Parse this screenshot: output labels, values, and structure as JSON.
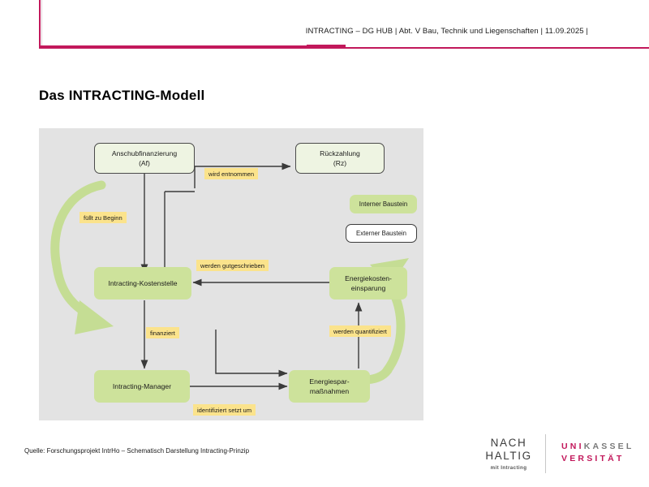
{
  "header": {
    "text": "INTRACTING – DG HUB |  Abt. V Bau, Technik und Liegenschaften |  11.09.2025 |",
    "accent_color": "#c2185b"
  },
  "title": "Das INTRACTING-Modell",
  "diagram": {
    "background": "#e3e3e3",
    "nodes": [
      {
        "id": "af",
        "label": "Anschubfinanzierung\n(Af)",
        "kind": "external"
      },
      {
        "id": "rz",
        "label": "Rückzahlung\n(Rz)",
        "kind": "external"
      },
      {
        "id": "ks",
        "label": "Intracting-Kostenstelle",
        "kind": "green"
      },
      {
        "id": "eke",
        "label": "Energiekosten-\neinsparung",
        "kind": "green"
      },
      {
        "id": "im",
        "label": "Intracting-Manager",
        "kind": "green"
      },
      {
        "id": "esm",
        "label": "Energiespar-\nmaßnahmen",
        "kind": "green"
      }
    ],
    "node_labels": {
      "af_line1": "Anschubfinanzierung",
      "af_line2": "(Af)",
      "rz_line1": "Rückzahlung",
      "rz_line2": "(Rz)",
      "kostenstelle": "Intracting-Kostenstelle",
      "eke_line1": "Energiekosten-",
      "eke_line2": "einsparung",
      "manager": "Intracting-Manager",
      "esm_line1": "Energiespar-",
      "esm_line2": "maßnahmen"
    },
    "edge_labels": {
      "wird_entnommen": "wird entnommen",
      "fuellt_zu_beginn": "füllt zu Beginn",
      "werden_gutgeschrieben": "werden gutgeschrieben",
      "finanziert": "finanziert",
      "werden_quantifiziert": "werden quantifiziert",
      "identifiziert_setzt_um": "identifiziert setzt um"
    },
    "legend": {
      "internal": "Interner Baustein",
      "external": "Externer Baustein",
      "internal_color": "#cde29b",
      "external_color": "#ffffff"
    },
    "cycle_arrow_color": "#c5dd94"
  },
  "footer": {
    "source": "Quelle: Forschungsprojekt IntrHo – Schematisch Darstellung Intracting-Prinzip",
    "logo_nachhaltig": {
      "line1": "NACH",
      "line2": "HALTIG",
      "tagline": "mit Intracting"
    },
    "logo_university": {
      "row1_a": "UNI",
      "row1_b": "KASSEL",
      "row2": "VERSITÄT"
    }
  }
}
